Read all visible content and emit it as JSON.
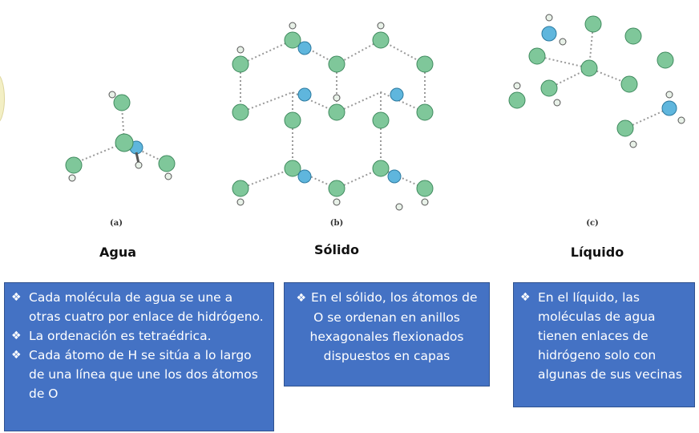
{
  "panels": [
    {
      "letter": "(a)",
      "title": "Agua"
    },
    {
      "letter": "(b)",
      "title": "Sólido"
    },
    {
      "letter": "(c)",
      "title": "Líquido"
    }
  ],
  "boxes": [
    {
      "items": [
        "Cada molécula de agua se une a otras cuatro por enlace de hidrógeno.",
        "La ordenación es tetraédrica.",
        "Cada átomo de H se sitúa a lo largo de una línea que une los dos átomos de O"
      ]
    },
    {
      "items": [
        "En el sólido, los átomos de O se ordenan en anillos hexagonales flexionados dispuestos en capas"
      ]
    },
    {
      "items": [
        "En el líquido, las moléculas de agua tienen enlaces de hidrógeno solo con algunas de sus vecinas"
      ]
    }
  ],
  "bullet_symbol": "❖",
  "colors": {
    "oxygen": "#7fc79a",
    "oxygen_dark": "#3f8a5e",
    "hydrogen": "#e8f1e8",
    "highlight": "#5fb6dd",
    "box_bg": "#4472c4",
    "hbond": "#9a9a9a"
  }
}
